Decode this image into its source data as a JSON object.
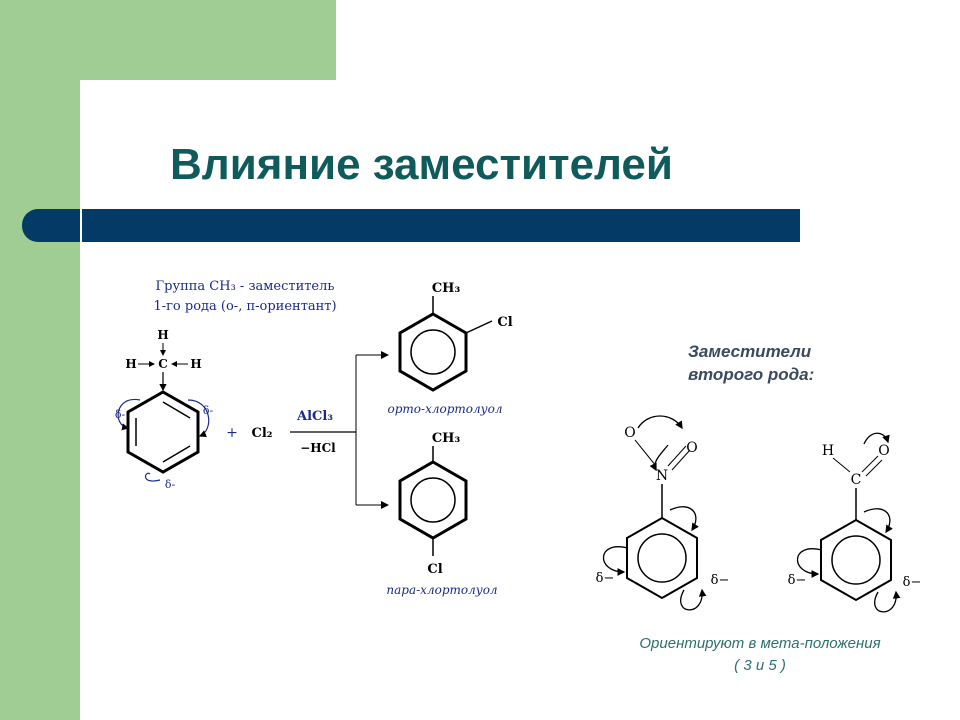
{
  "title": "Влияние заместителей",
  "first_kind": {
    "caption_line1": "Группа CH₃ - заместитель",
    "caption_line2": "1-го рода (о-, п-ориентант)",
    "methyl_h_top": "H",
    "methyl_h_left": "H",
    "methyl_c": "C",
    "methyl_h_right": "H",
    "delta_left": "δ-",
    "delta_right": "δ-",
    "delta_bottom": "δ-",
    "plus": "+",
    "reagent": "Cl₂",
    "catalyst": "AlCl₃",
    "byproduct": "−HCl",
    "ortho_ch3": "CH₃",
    "ortho_cl": "Cl",
    "ortho_name": "орто-хлортолуол",
    "para_ch3": "CH₃",
    "para_cl": "Cl",
    "para_name": "пара-хлортолуол"
  },
  "second_kind": {
    "heading_line1": "Заместители",
    "heading_line2": "второго рода:",
    "nitro_o_left": "O",
    "nitro_n": "N",
    "nitro_o_right": "O",
    "nitro_delta_left": "δ−",
    "nitro_delta_right": "δ−",
    "ald_h": "H",
    "ald_c": "C",
    "ald_o": "O",
    "ald_delta_left": "δ−",
    "ald_delta_right": "δ−",
    "note_line1": "Ориентируют в мета-положения",
    "note_line2": "( 3 и 5 )"
  }
}
